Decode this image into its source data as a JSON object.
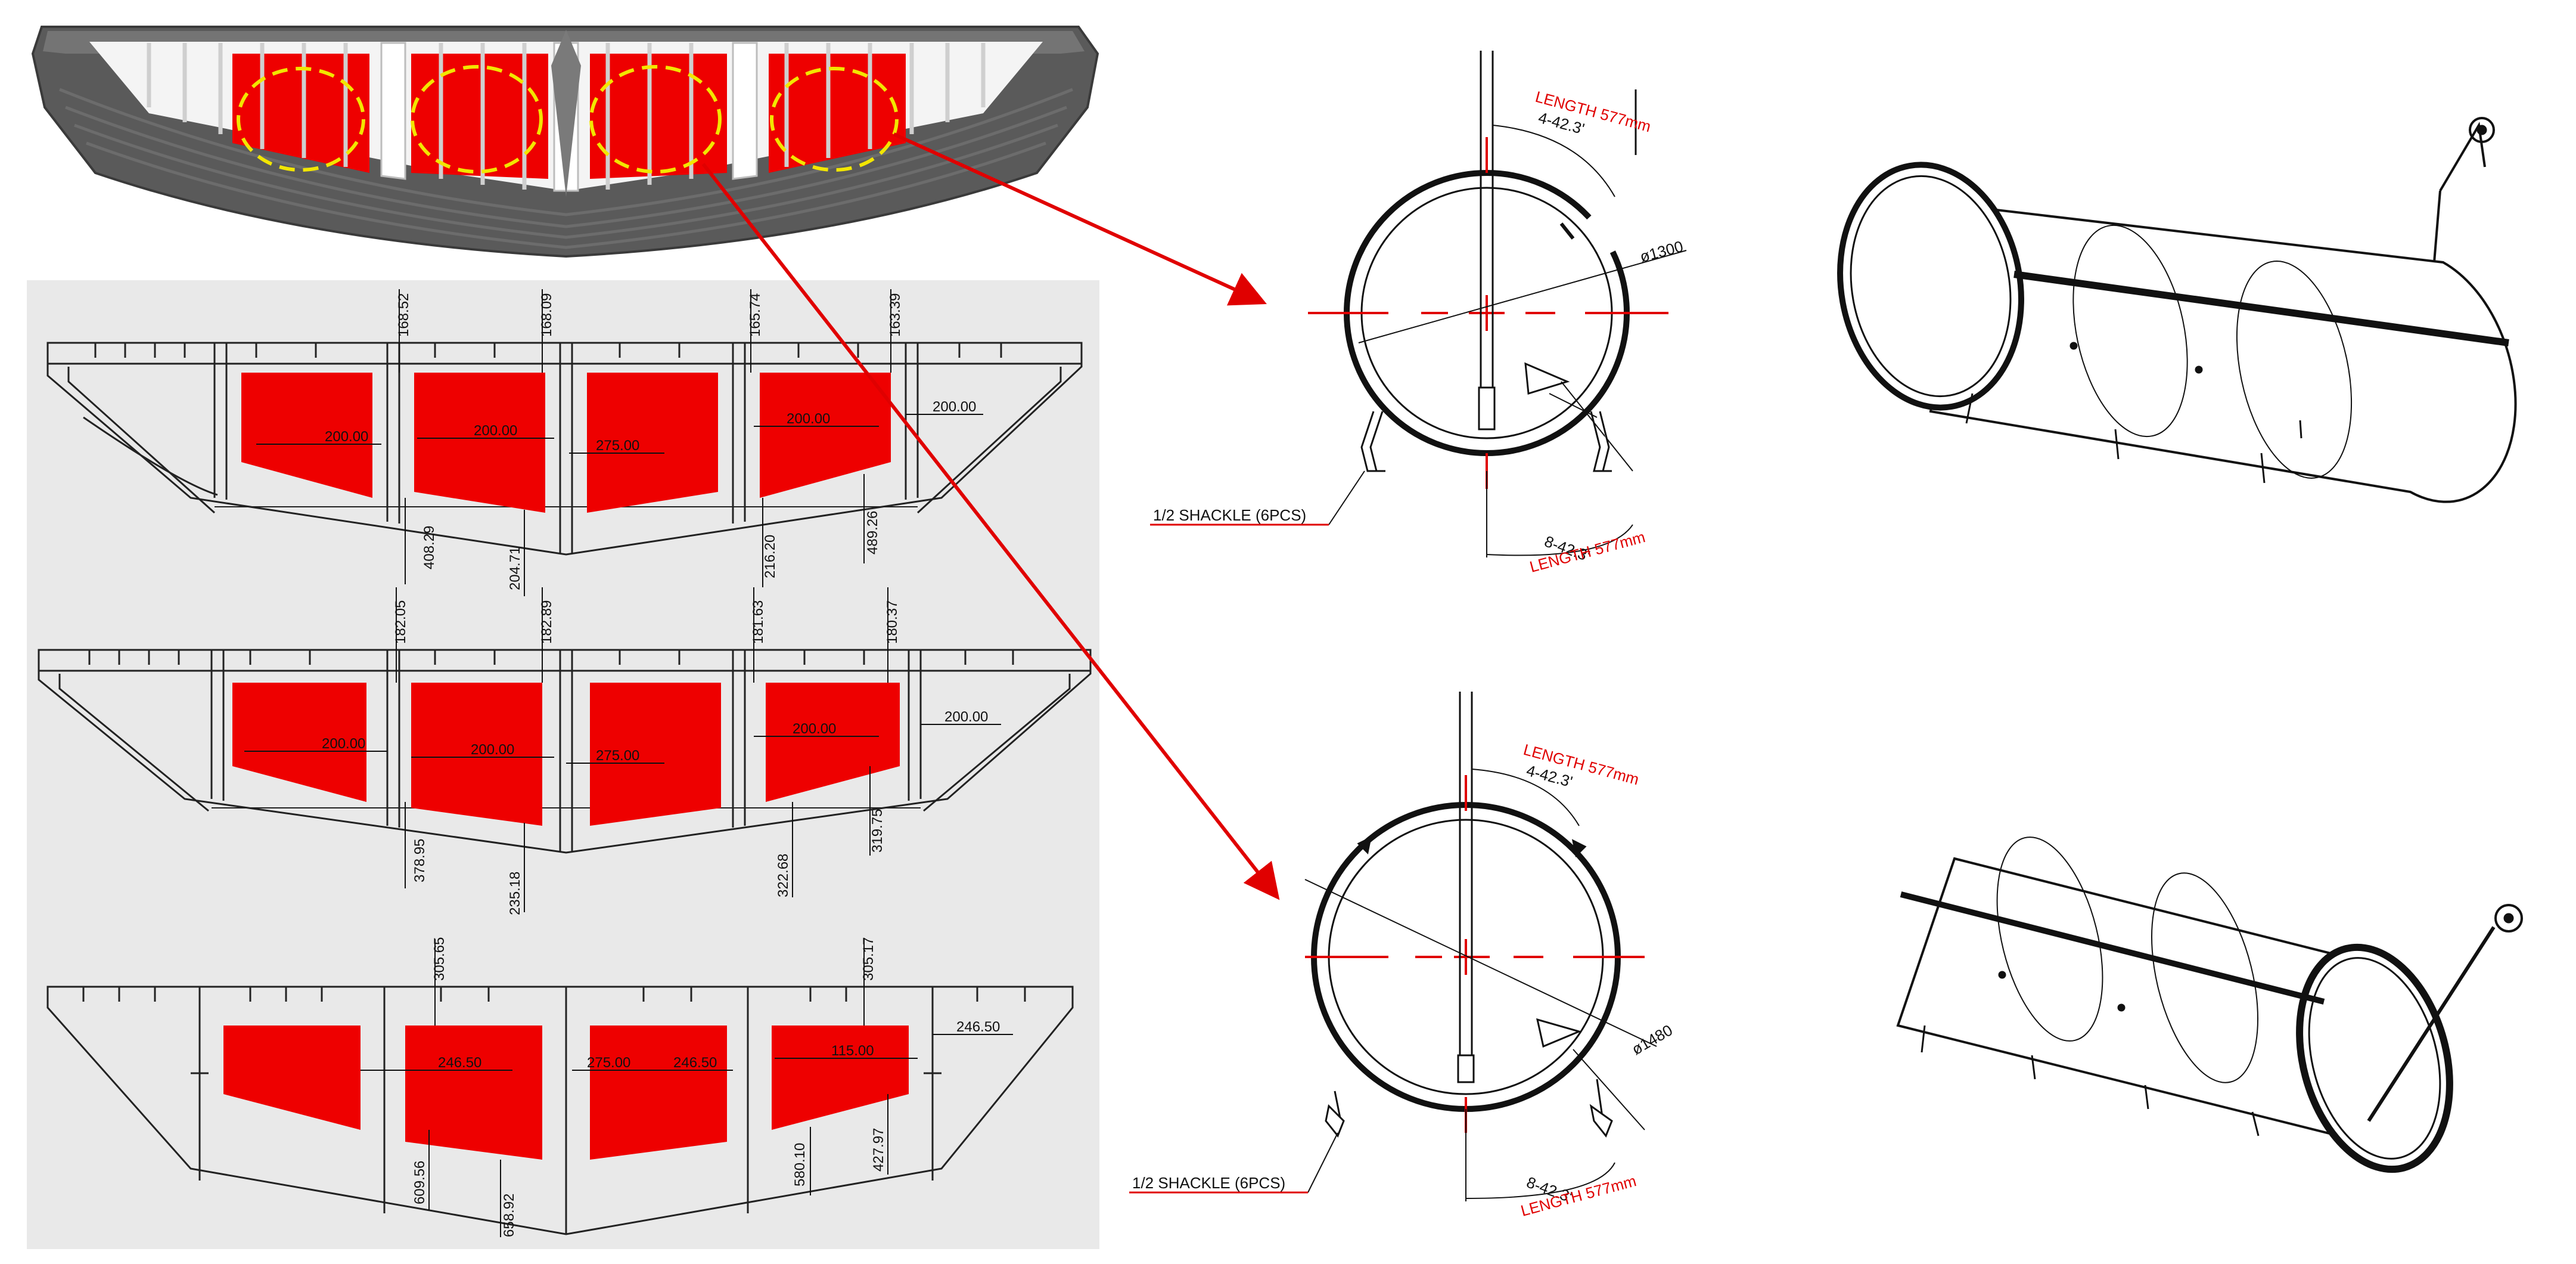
{
  "sections": [
    {
      "id": "section-1",
      "dims": {
        "top": [
          "168.52",
          "168.09",
          "165.74",
          "163.39"
        ],
        "widths": [
          "200.00",
          "200.00",
          "275.00",
          "200.00"
        ],
        "right": "200.00",
        "bottom": [
          "408.29",
          "204.71",
          "216.20",
          "489.26"
        ]
      }
    },
    {
      "id": "section-2",
      "dims": {
        "top": [
          "182.05",
          "182.89",
          "181.63",
          "180.37"
        ],
        "widths": [
          "200.00",
          "200.00",
          "275.00",
          "200.00"
        ],
        "right": "200.00",
        "bottom": [
          "378.95",
          "235.18",
          "322.68",
          "319.75"
        ]
      }
    },
    {
      "id": "section-3",
      "dims": {
        "top": [
          "305.65",
          "305.17"
        ],
        "widths": [
          "246.50",
          "275.00",
          "246.50",
          "115.00"
        ],
        "right": "246.50",
        "bottom": [
          "609.56",
          "658.92",
          "580.10",
          "427.97"
        ]
      }
    }
  ],
  "tank_drawings": [
    {
      "id": "tank-upper",
      "length_top": "LENGTH 577mm",
      "angle_top": "4-42.3'",
      "diameter": "ø1300",
      "angle_bottom": "8-42.3'",
      "length_bottom": "LENGTH 577mm",
      "shackle_note": "1/2 SHACKLE (6PCS)"
    },
    {
      "id": "tank-lower",
      "length_top": "LENGTH 577mm",
      "angle_top": "4-42.3'",
      "diameter": "ø1480",
      "angle_bottom": "8-42.3'",
      "length_bottom": "LENGTH 577mm",
      "shackle_note": "1/2 SHACKLE (6PCS)"
    }
  ],
  "colors": {
    "tank_fill": "#ee0000",
    "highlight_ellipse": "#f2e600",
    "hull_dark": "#5a5a5a",
    "panel_background": "#e9e9e9",
    "arrow": "#e00000",
    "callout_text": "#e00000"
  }
}
